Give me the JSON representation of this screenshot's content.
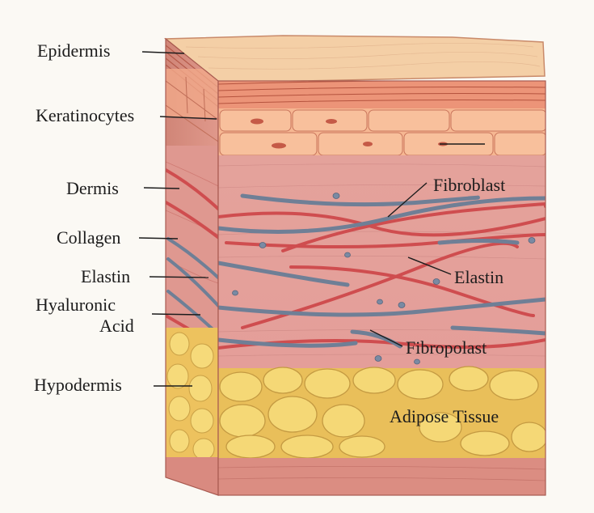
{
  "diagram": {
    "labels_left": {
      "epidermis": "Epidermis",
      "keratinocytes": "Keratinocytes",
      "dermis": "Dermis",
      "collagen": "Collagen",
      "elastin": "Elastin",
      "hyaluronic_line1": "Hyaluronic",
      "hyaluronic_line2": "Acid",
      "hypodermis": "Hypodermis"
    },
    "labels_right": {
      "fibroblast_top": "Fibroblast",
      "elastin_right": "Elastin",
      "fibroblast_bottom": "Fibropolast",
      "adipose": "Adipose Tissue"
    }
  },
  "colors": {
    "background": "#fbf9f4",
    "epidermis_top": "#f4cfa6",
    "epidermis_layers": "#e9876e",
    "keratinocytes": "#f6b792",
    "dermis": "#e9a6a1",
    "collagen_fibers": "#6f7f96",
    "elastin_fibers": "#cf4d4f",
    "hypodermis_fat": "#f2cf68",
    "side_face": "#dd9484",
    "outline": "#b0625a"
  }
}
